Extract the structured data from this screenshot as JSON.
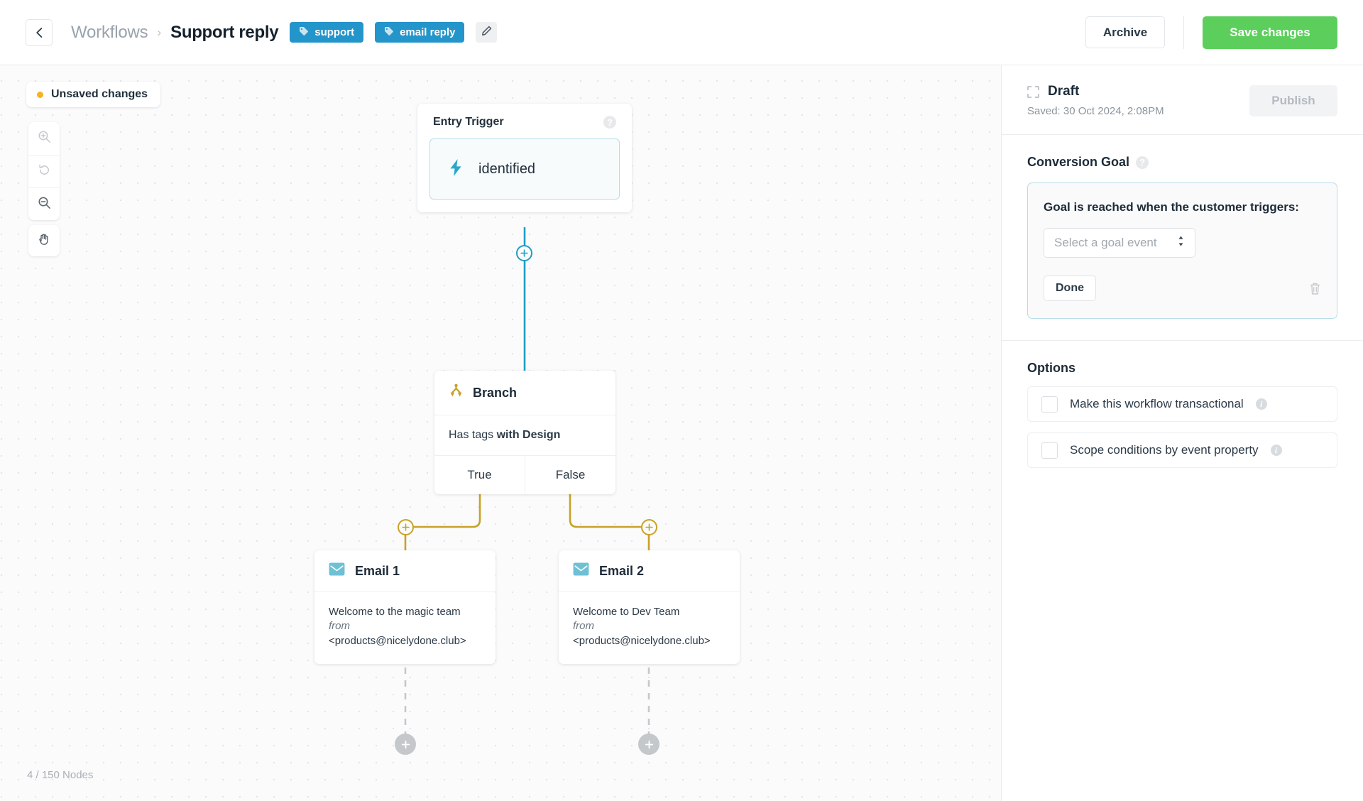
{
  "topbar": {
    "back_icon": "chevron-left-icon",
    "breadcrumb_parent": "Workflows",
    "breadcrumb_separator": "›",
    "breadcrumb_current": "Support reply",
    "tags": [
      {
        "label": "support",
        "icon": "tag-icon"
      },
      {
        "label": "email reply",
        "icon": "tag-icon"
      }
    ],
    "edit_tags_icon": "pencil-icon",
    "archive_label": "Archive",
    "save_label": "Save changes",
    "tag_color": "#2395ca",
    "save_color": "#5cce5c"
  },
  "canvas": {
    "unsaved_badge": "Unsaved changes",
    "unsaved_dot_color": "#f5b324",
    "tools": [
      {
        "name": "zoom-in-icon",
        "state": "disabled"
      },
      {
        "name": "reset-zoom-icon",
        "state": "disabled"
      },
      {
        "name": "zoom-out-icon",
        "state": "enabled"
      }
    ],
    "pan_tool_icon": "hand-icon",
    "node_count": "4 / 150 Nodes"
  },
  "flow": {
    "entry": {
      "title": "Entry Trigger",
      "help_icon": "question-mark-icon",
      "event_icon": "lightning-bolt-icon",
      "event": "identified",
      "accent": "#1e9ec4"
    },
    "branch": {
      "icon": "branch-icon",
      "title": "Branch",
      "condition_prefix": "Has tags",
      "condition_suffix": "with Design",
      "condition_full": "Has tags with Design",
      "outputs": [
        "True",
        "False"
      ],
      "accent": "#c8a227"
    },
    "emails": [
      {
        "icon": "envelope-icon",
        "title": "Email 1",
        "subject": "Welcome to the magic team",
        "from_label": "from",
        "from_address": "<products@nicelydone.club>"
      },
      {
        "icon": "envelope-icon",
        "title": "Email 2",
        "subject": "Welcome to Dev Team",
        "from_label": "from",
        "from_address": "<products@nicelydone.club>"
      }
    ],
    "add_node_icon": "plus-icon"
  },
  "panel": {
    "status_icon": "dashed-square-icon",
    "status_label": "Draft",
    "saved_text": "Saved: 30 Oct 2024, 2:08PM",
    "publish_label": "Publish",
    "conversion_goal": {
      "title": "Conversion Goal",
      "help_icon": "question-mark-icon",
      "prompt": "Goal is reached when the customer triggers:",
      "select_value": "Select a goal event",
      "select_icon": "updown-chevron-icon",
      "done_label": "Done",
      "delete_icon": "trash-icon"
    },
    "options": {
      "title": "Options",
      "items": [
        {
          "label": "Make this workflow transactional",
          "checked": false,
          "info_icon": "info-icon"
        },
        {
          "label": "Scope conditions by event property",
          "checked": false,
          "info_icon": "info-icon"
        }
      ]
    }
  }
}
